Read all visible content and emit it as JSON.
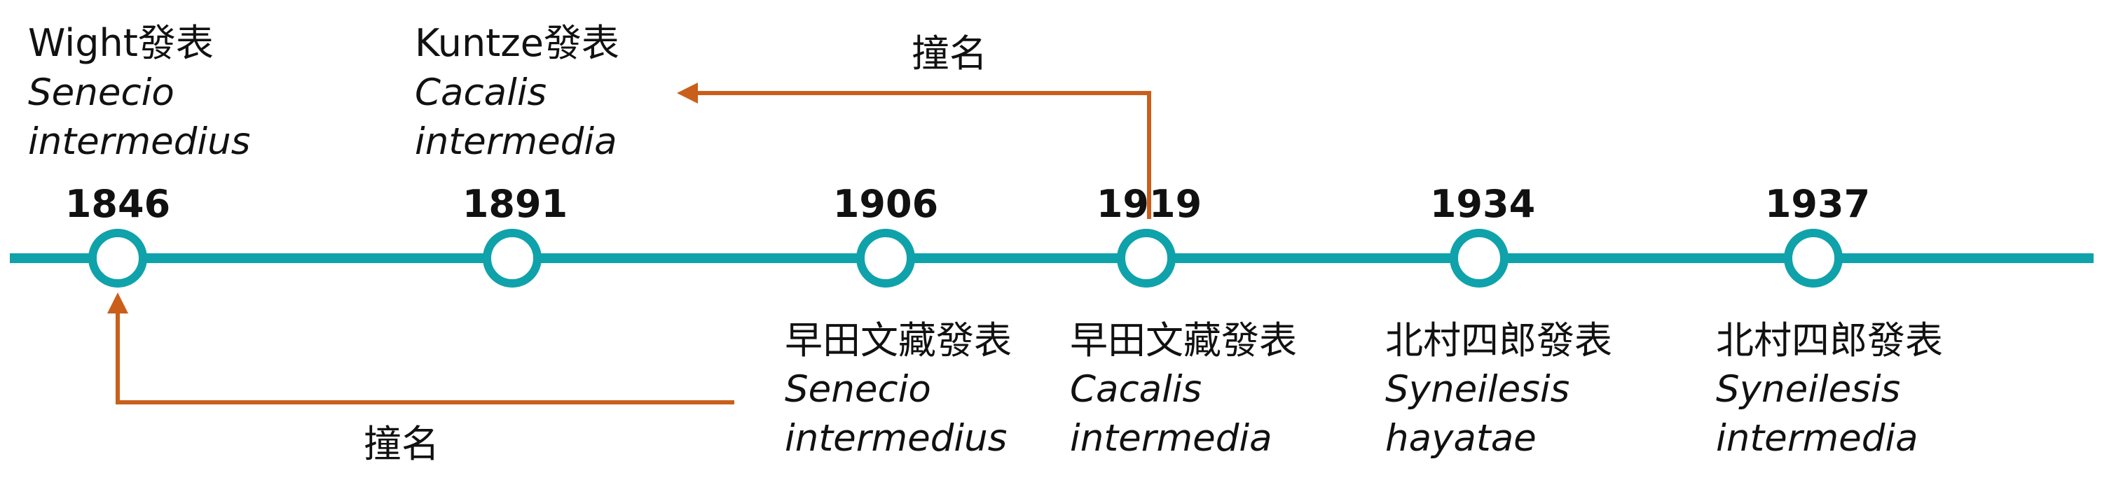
{
  "colors": {
    "timeline": "#0fa2aa",
    "arrow": "#c95f1b",
    "text": "#111111"
  },
  "events": [
    {
      "year": "1846",
      "author": "Wight發表",
      "genus": "Senecio",
      "species": "intermedius"
    },
    {
      "year": "1891",
      "author": "Kuntze發表",
      "genus": "Cacalis",
      "species": "intermedia"
    },
    {
      "year": "1906",
      "author": "早田文藏發表",
      "genus": "Senecio",
      "species": "intermedius"
    },
    {
      "year": "1919",
      "author": "早田文藏發表",
      "genus": "Cacalis",
      "species": "intermedia"
    },
    {
      "year": "1934",
      "author": "北村四郎發表",
      "genus": "Syneilesis",
      "species": "hayatae"
    },
    {
      "year": "1937",
      "author": "北村四郎發表",
      "genus": "Syneilesis",
      "species": "intermedia"
    }
  ],
  "homonym_arrows": [
    {
      "label": "撞名",
      "from_year": "1919",
      "to_year": "1891"
    },
    {
      "label": "撞名",
      "from_year": "1906",
      "to_year": "1846"
    }
  ]
}
